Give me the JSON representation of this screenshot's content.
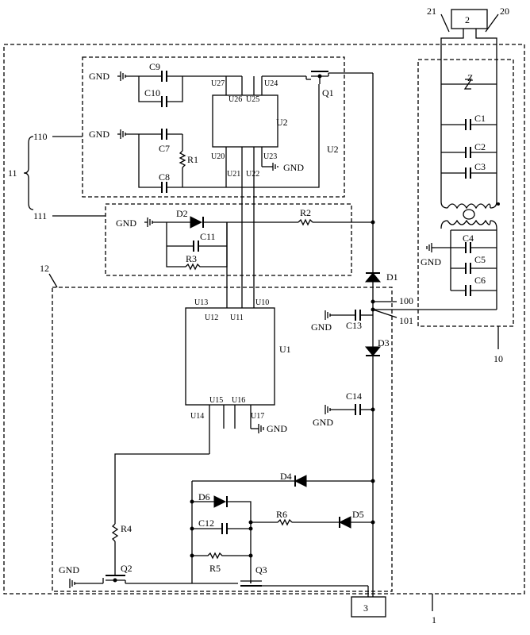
{
  "refs": {
    "r1": "1",
    "r2": "2",
    "r3": "3",
    "r10": "10",
    "r11": "11",
    "r12": "12",
    "r20": "20",
    "r21": "21",
    "r100": "100",
    "r101": "101",
    "r110": "110",
    "r111": "111"
  },
  "components": {
    "C1": "C1",
    "C2": "C2",
    "C3": "C3",
    "C4": "C4",
    "C5": "C5",
    "C6": "C6",
    "C7": "C7",
    "C8": "C8",
    "C9": "C9",
    "C10": "C10",
    "C11": "C11",
    "C12": "C12",
    "C13": "C13",
    "C14": "C14",
    "R1": "R1",
    "R2": "R2",
    "R3": "R3",
    "R4": "R4",
    "R5": "R5",
    "R6": "R6",
    "D1": "D1",
    "D2": "D2",
    "D3": "D3",
    "D4": "D4",
    "D5": "D5",
    "D6": "D6",
    "Q1": "Q1",
    "Q2": "Q2",
    "Q3": "Q3",
    "U1": "U1",
    "U2": "U2",
    "U2b": "U2",
    "Z": "Z"
  },
  "pins": {
    "U10": "U10",
    "U11": "U11",
    "U12": "U12",
    "U13": "U13",
    "U14": "U14",
    "U15": "U15",
    "U16": "U16",
    "U17": "U17",
    "U20": "U20",
    "U21": "U21",
    "U22": "U22",
    "U23": "U23",
    "U24": "U24",
    "U25": "U25",
    "U26": "U26",
    "U27": "U27"
  },
  "gnd": "GND"
}
